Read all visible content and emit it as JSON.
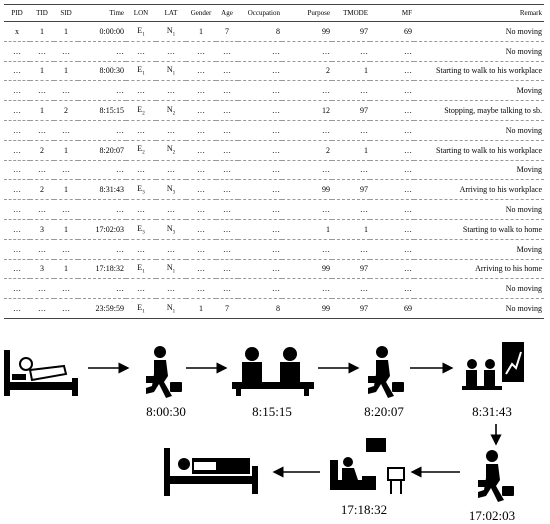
{
  "table": {
    "headers": [
      "PID",
      "TID",
      "SID",
      "Time",
      "LON",
      "LAT",
      "Gender",
      "Age",
      "Occupation",
      "Purpose",
      "TMODE",
      "MF",
      "Remark"
    ],
    "rows": [
      [
        "x",
        "1",
        "1",
        "0:00:00",
        "E1",
        "N1",
        "1",
        "7",
        "8",
        "99",
        "97",
        "69",
        "No moving"
      ],
      [
        "…",
        "…",
        "…",
        "…",
        "…",
        "…",
        "…",
        "…",
        "…",
        "…",
        "…",
        "…",
        "No moving"
      ],
      [
        "…",
        "1",
        "1",
        "8:00:30",
        "E1",
        "N1",
        "…",
        "…",
        "…",
        "2",
        "1",
        "…",
        "Starting to walk to his workplace"
      ],
      [
        "…",
        "…",
        "…",
        "…",
        "…",
        "…",
        "…",
        "…",
        "…",
        "…",
        "…",
        "…",
        "Moving"
      ],
      [
        "…",
        "1",
        "2",
        "8:15:15",
        "E2",
        "N2",
        "…",
        "…",
        "…",
        "12",
        "97",
        "…",
        "Stopping, maybe talking to sb."
      ],
      [
        "…",
        "…",
        "…",
        "…",
        "…",
        "…",
        "…",
        "…",
        "…",
        "…",
        "…",
        "…",
        "No moving"
      ],
      [
        "…",
        "2",
        "1",
        "8:20:07",
        "E2",
        "N2",
        "…",
        "…",
        "…",
        "2",
        "1",
        "…",
        "Starting to walk to his workplace"
      ],
      [
        "…",
        "…",
        "…",
        "…",
        "…",
        "…",
        "…",
        "…",
        "…",
        "…",
        "…",
        "…",
        "Moving"
      ],
      [
        "…",
        "2",
        "1",
        "8:31:43",
        "E3",
        "N3",
        "…",
        "…",
        "…",
        "99",
        "97",
        "…",
        "Arriving to his workplace"
      ],
      [
        "…",
        "…",
        "…",
        "…",
        "…",
        "…",
        "…",
        "…",
        "…",
        "…",
        "…",
        "…",
        "No moving"
      ],
      [
        "…",
        "3",
        "1",
        "17:02:03",
        "E3",
        "N3",
        "…",
        "…",
        "…",
        "1",
        "1",
        "…",
        "Starting to walk to home"
      ],
      [
        "…",
        "…",
        "…",
        "…",
        "…",
        "…",
        "…",
        "…",
        "…",
        "…",
        "…",
        "…",
        "Moving"
      ],
      [
        "…",
        "3",
        "1",
        "17:18:32",
        "E1",
        "N1",
        "…",
        "…",
        "…",
        "99",
        "97",
        "…",
        "Arriving to his home"
      ],
      [
        "…",
        "…",
        "…",
        "…",
        "…",
        "…",
        "…",
        "…",
        "…",
        "…",
        "…",
        "…",
        "No moving"
      ],
      [
        "…",
        "…",
        "…",
        "23:59:59",
        "E1",
        "N1",
        "1",
        "7",
        "8",
        "99",
        "97",
        "69",
        "No moving"
      ]
    ]
  },
  "timeline": {
    "labels": [
      "8:00:30",
      "8:15:15",
      "8:20:07",
      "8:31:43",
      "17:02:03",
      "17:18:32"
    ],
    "icons": [
      "bed-sleeping-icon",
      "walking-with-bag-icon",
      "two-people-sitting-bench-icon",
      "walking-with-bag-icon",
      "audience-presentation-icon",
      "walking-with-bag-icon",
      "watching-tv-armchair-icon",
      "bed-lying-icon"
    ]
  }
}
